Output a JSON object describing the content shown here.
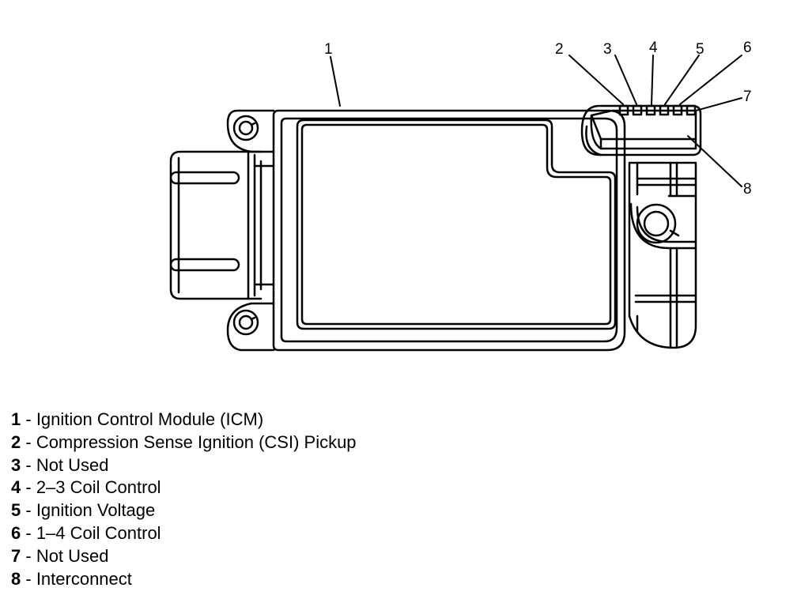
{
  "callouts": [
    "1",
    "2",
    "3",
    "4",
    "5",
    "6",
    "7",
    "8"
  ],
  "legend": [
    {
      "num": "1",
      "sep": " - ",
      "text": "Ignition Control Module (ICM)"
    },
    {
      "num": "2",
      "sep": " - ",
      "text": "Compression Sense Ignition (CSI) Pickup"
    },
    {
      "num": "3",
      "sep": " - ",
      "text": "Not Used"
    },
    {
      "num": "4",
      "sep": " - ",
      "text": "2–3 Coil Control"
    },
    {
      "num": "5",
      "sep": " - ",
      "text": "Ignition Voltage"
    },
    {
      "num": "6",
      "sep": " - ",
      "text": "1–4 Coil Control"
    },
    {
      "num": "7",
      "sep": " - ",
      "text": "Not Used"
    },
    {
      "num": "8",
      "sep": " - ",
      "text": "Interconnect"
    }
  ]
}
